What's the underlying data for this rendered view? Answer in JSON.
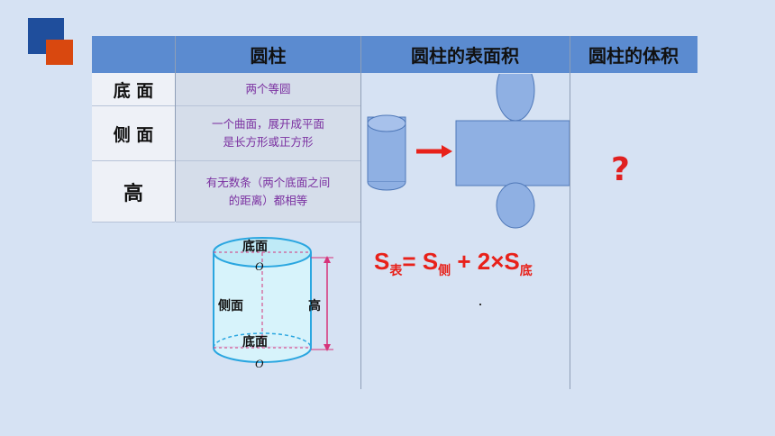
{
  "header": {
    "col1": "圆柱",
    "col2": "圆柱的表面积",
    "col3": "圆柱的体积"
  },
  "rows": [
    {
      "label": "底 面",
      "desc": "两个等圆"
    },
    {
      "label": "侧 面",
      "desc": "一个曲面，展开成平面\n是长方形或正方形"
    },
    {
      "label": "高",
      "desc": "有无数条（两个底面之间\n的距离）都相等"
    }
  ],
  "diagram": {
    "top_label": "底面",
    "side_label": "侧面",
    "bottom_label": "底面",
    "height_label": "高",
    "center_label": "O"
  },
  "question_mark": "?",
  "formula": {
    "s": "S",
    "sub_table": "表",
    "eq": "=",
    "sub_side": "侧",
    "plus": "+",
    "two": "2×",
    "sub_base": "底"
  },
  "colors": {
    "header": "#5b8bd0",
    "accent_red": "#e8211a",
    "desc_text": "#7a2fa0",
    "shape_fill": "#8fb0e3"
  }
}
